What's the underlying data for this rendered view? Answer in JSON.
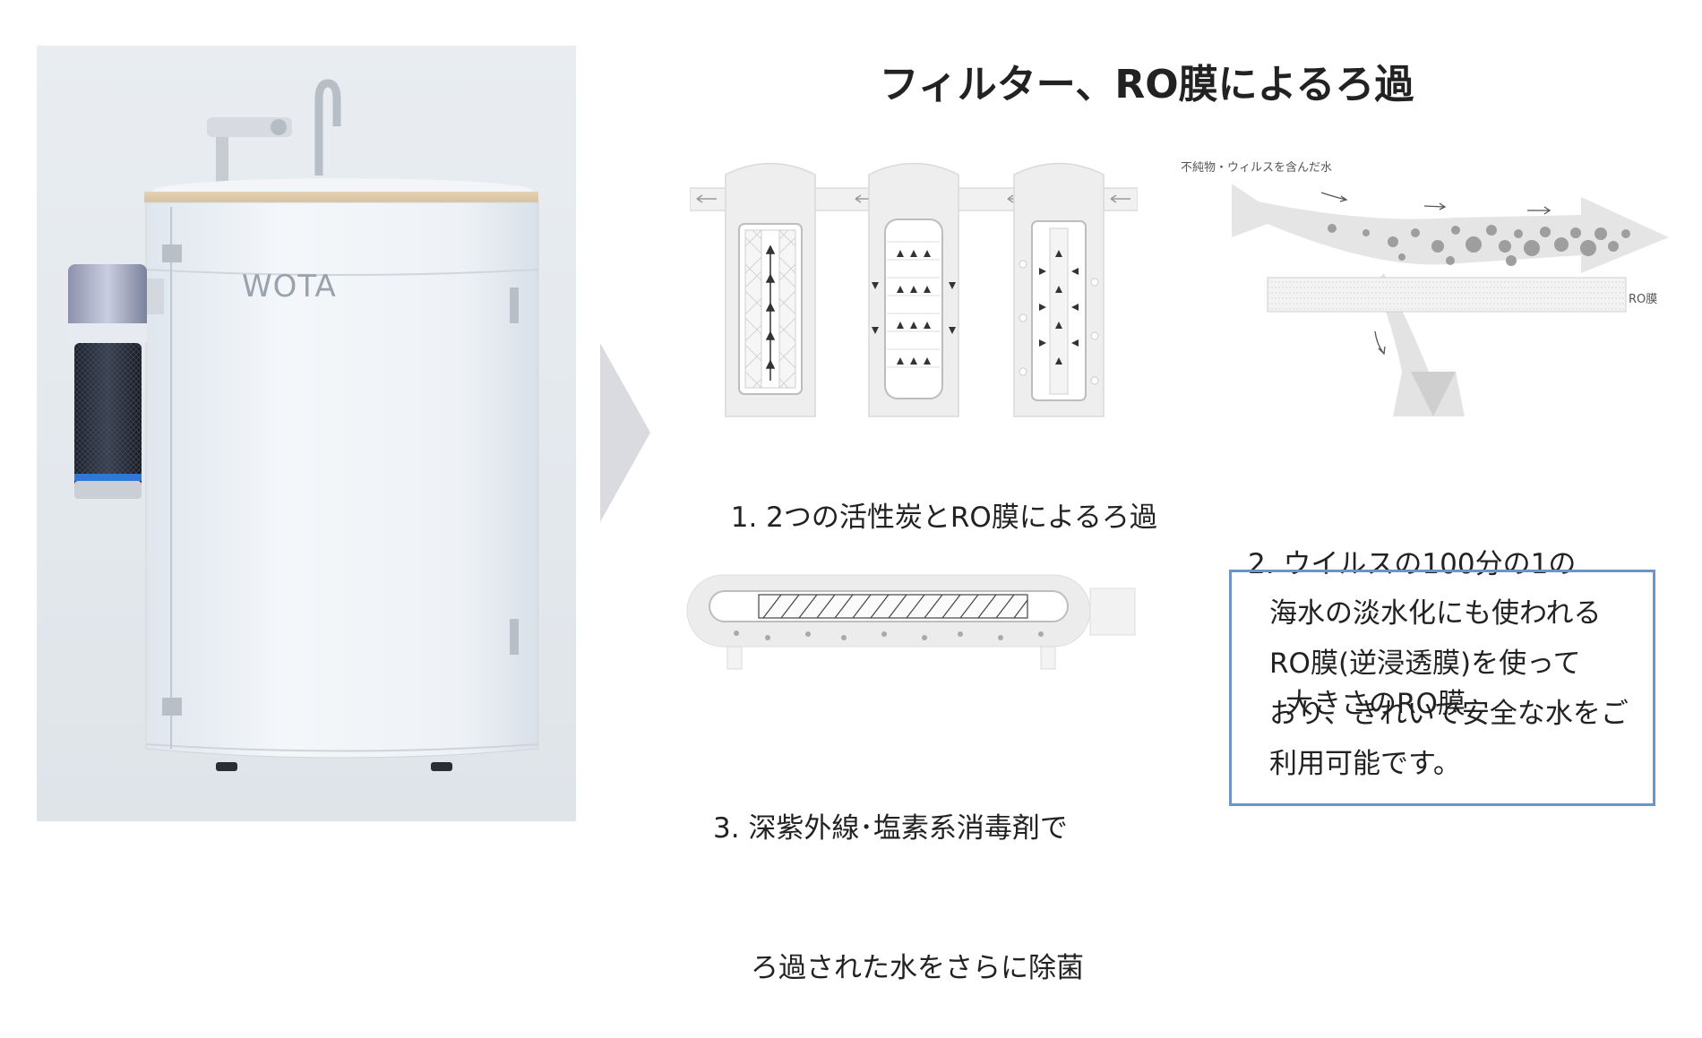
{
  "title": "フィルター、RO膜によるろ過",
  "product": {
    "brand": "WOTA"
  },
  "steps": [
    {
      "number": "1.",
      "lines": [
        "2つの活性炭とRO膜によるろ過"
      ]
    },
    {
      "number": "2.",
      "lines": [
        "ウイルスの100分の1の",
        "大きさのRO膜"
      ]
    },
    {
      "number": "3.",
      "lines": [
        "深紫外線･塩素系消毒剤で",
        "ろ過された水をさらに除菌"
      ]
    }
  ],
  "ro_diagram": {
    "input_label": "不純物・ウィルスを含んだ水",
    "membrane_label": "RO膜"
  },
  "note": {
    "lines": [
      "海水の淡水化にも使われる",
      "RO膜(逆浸透膜)を使って",
      "おり、きれいで安全な水をご",
      "利用可能です。"
    ]
  },
  "colors": {
    "note_border": "#6b95c6",
    "accent_blue": "#2f78d6",
    "diagram_gray": "#d6d6d6"
  }
}
